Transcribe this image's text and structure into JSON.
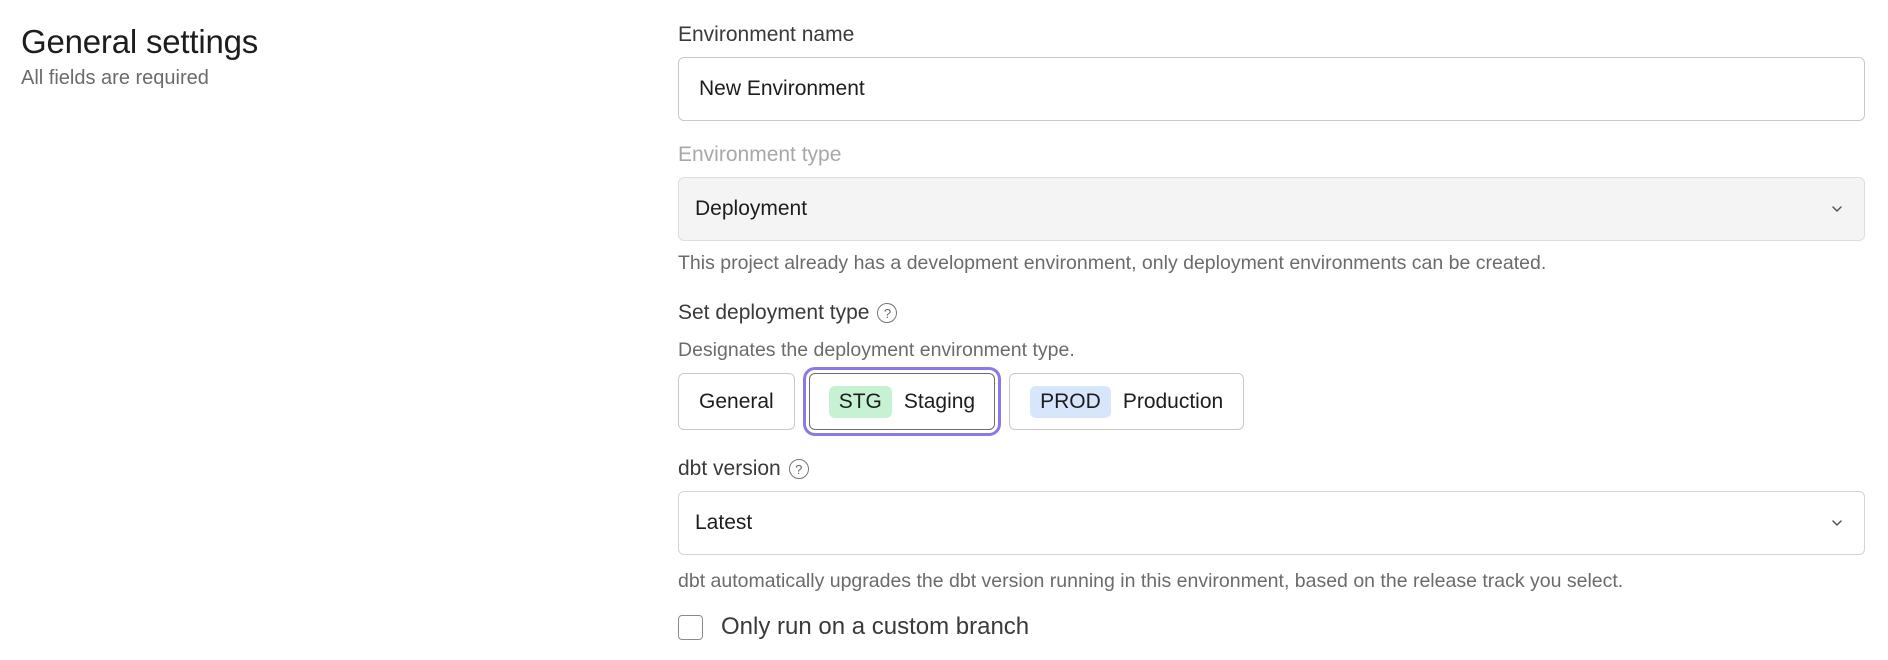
{
  "general": {
    "title": "General settings",
    "subtitle": "All fields are required"
  },
  "environment_name": {
    "label": "Environment name",
    "value": "New Environment"
  },
  "environment_type": {
    "label": "Environment type",
    "value": "Deployment",
    "help": "This project already has a development environment, only deployment environments can be created."
  },
  "deployment_type": {
    "label": "Set deployment type",
    "help": "Designates the deployment environment type.",
    "help_icon": "question-circle-icon",
    "options": [
      {
        "label": "General",
        "badge": ""
      },
      {
        "label": "Staging",
        "badge": "STG",
        "badge_color": "#c6f1d3"
      },
      {
        "label": "Production",
        "badge": "PROD",
        "badge_color": "#d8e6fb"
      }
    ],
    "selected": "Staging",
    "focus_ring_color": "#8a79e8"
  },
  "dbt_version": {
    "label": "dbt version",
    "value": "Latest",
    "help": "dbt automatically upgrades the dbt version running in this environment, based on the release track you select.",
    "help_icon": "question-circle-icon"
  },
  "custom_branch": {
    "label": "Only run on a custom branch",
    "checked": false
  }
}
